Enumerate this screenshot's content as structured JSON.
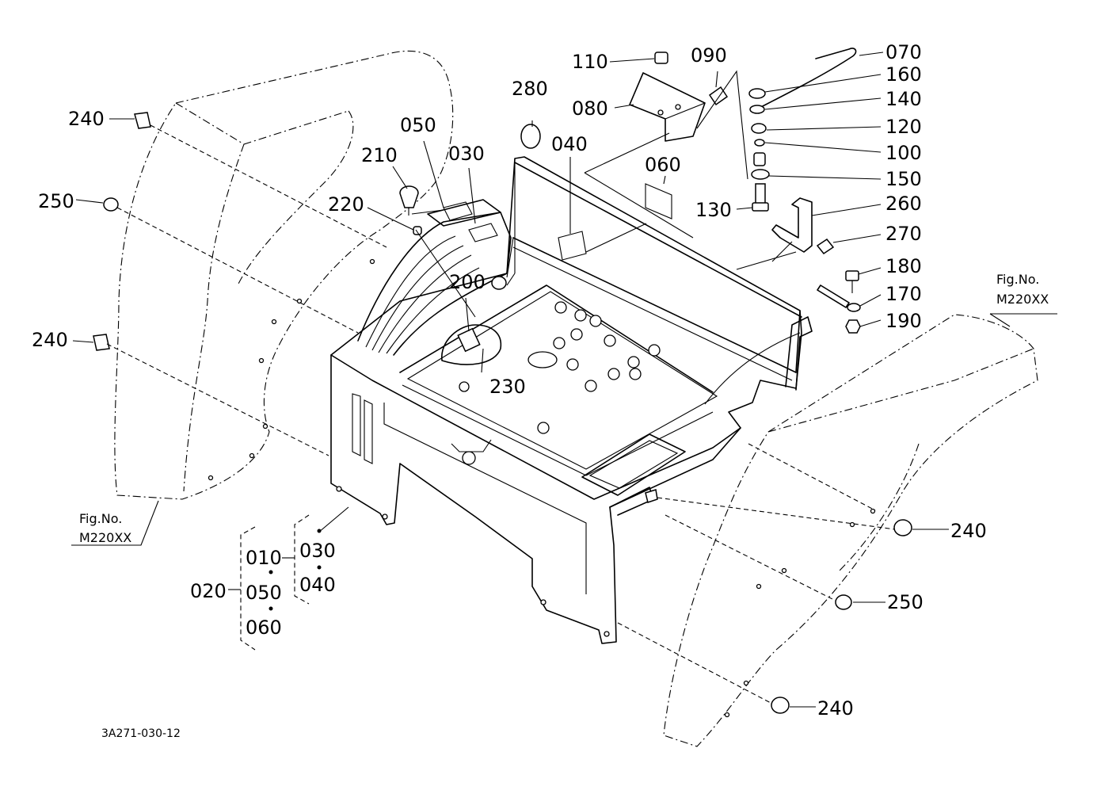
{
  "drawing_code": "3A271-030-12",
  "fig_ref_left": {
    "line1": "Fig.No.",
    "line2": "M220XX"
  },
  "fig_ref_right": {
    "line1": "Fig.No.",
    "line2": "M220XX"
  },
  "callouts": {
    "p110": "110",
    "p090": "090",
    "p070": "070",
    "p160": "160",
    "p140": "140",
    "p120": "120",
    "p100": "100",
    "p150": "150",
    "p130": "130",
    "p260": "260",
    "p270": "270",
    "p180": "180",
    "p170": "170",
    "p190": "190",
    "p080": "080",
    "p280": "280",
    "p040": "040",
    "p060": "060",
    "p050": "050",
    "p030": "030",
    "p210": "210",
    "p220": "220",
    "p200": "200",
    "p230": "230",
    "p240_a": "240",
    "p250_a": "250",
    "p240_b": "240",
    "p240_c": "240",
    "p250_b": "250",
    "p240_d": "240"
  },
  "assembly": {
    "parent": "020",
    "group_a": [
      "010",
      "050",
      "060"
    ],
    "group_b": [
      "030",
      "040"
    ]
  }
}
